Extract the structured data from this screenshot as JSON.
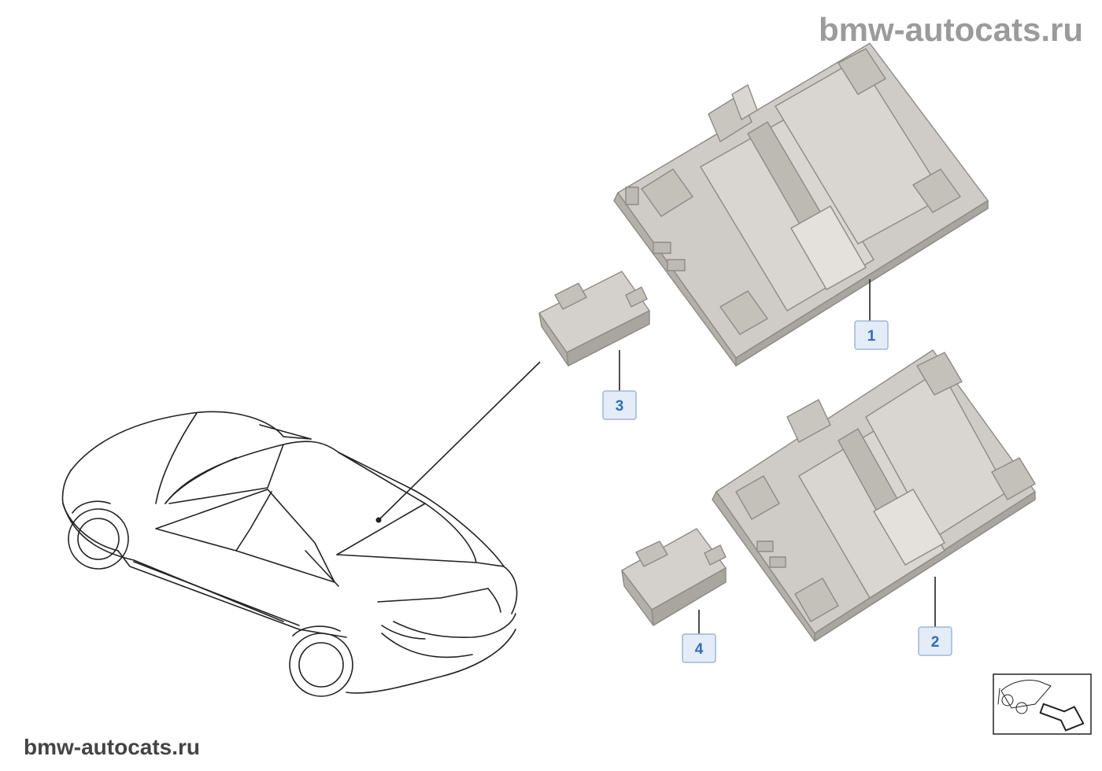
{
  "watermarks": {
    "top": "bmw-autocats.ru",
    "bottom": "bmw-autocats.ru"
  },
  "callouts": [
    {
      "id": "1",
      "label": "1"
    },
    {
      "id": "2",
      "label": "2"
    },
    {
      "id": "3",
      "label": "3"
    },
    {
      "id": "4",
      "label": "4"
    }
  ],
  "colors": {
    "part_fill": "#cfccc7",
    "part_shade": "#b3afa9",
    "part_edge": "#8e8a84",
    "callout_bg": "#e3ecf7",
    "callout_border": "#9fb7d6",
    "callout_text": "#2f6fb7",
    "line": "#222222"
  },
  "icons": {
    "car_outline": "car-outline-icon",
    "nav_arrow": "arrow-icon"
  }
}
